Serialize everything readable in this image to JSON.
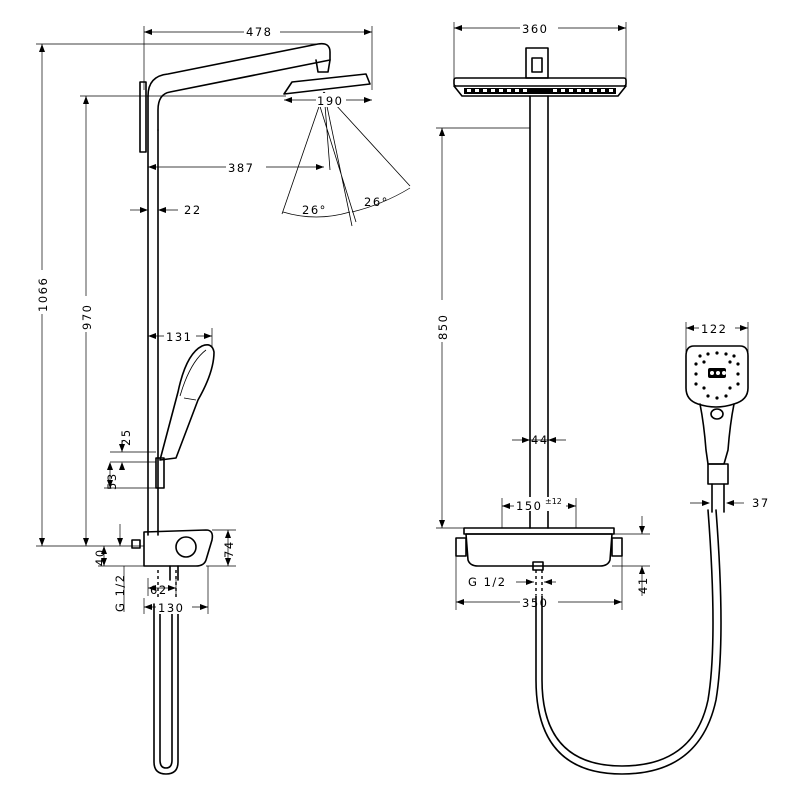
{
  "dimensions": {
    "width_outlet": "478",
    "head_diameter": "190",
    "reach": "387",
    "pipe_offset": "22",
    "angle_left": "26°",
    "angle_right": "26°",
    "total_height": "1066",
    "head_height": "970",
    "handshower_reach": "131",
    "d25": "25",
    "d53": "53",
    "d40": "40",
    "d74": "74",
    "thread_left": "G 1/2",
    "d62": "62",
    "d130": "130",
    "head_width_front": "360",
    "riser_height": "850",
    "pipe_diameter": "44",
    "connection_spacing": "150",
    "connection_tolerance": "±12",
    "thread_front": "G 1/2",
    "thermostat_width": "350",
    "d41": "41",
    "handshower_width": "122",
    "holder_depth": "37"
  }
}
